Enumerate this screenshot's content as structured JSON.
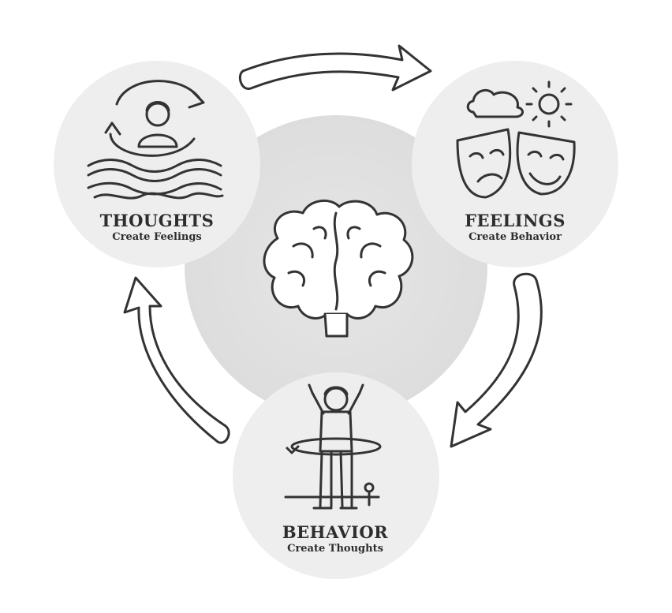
{
  "nodes": [
    {
      "id": "thoughts",
      "title": "THOUGHTS",
      "subtitle": "Create Feelings",
      "icon": "person-cycle-waves-icon"
    },
    {
      "id": "feelings",
      "title": "FEELINGS",
      "subtitle": "Create Behavior",
      "icon": "theater-masks-weather-icon"
    },
    {
      "id": "behavior",
      "title": "BEHAVIOR",
      "subtitle": "Create Thoughts",
      "icon": "person-hula-hoop-icon"
    }
  ],
  "center": {
    "icon": "brain-icon"
  },
  "colors": {
    "circle": "#eeeeee",
    "center_circle": "#e3e3e3",
    "stroke": "#333333",
    "arrow_fill": "#ffffff"
  }
}
